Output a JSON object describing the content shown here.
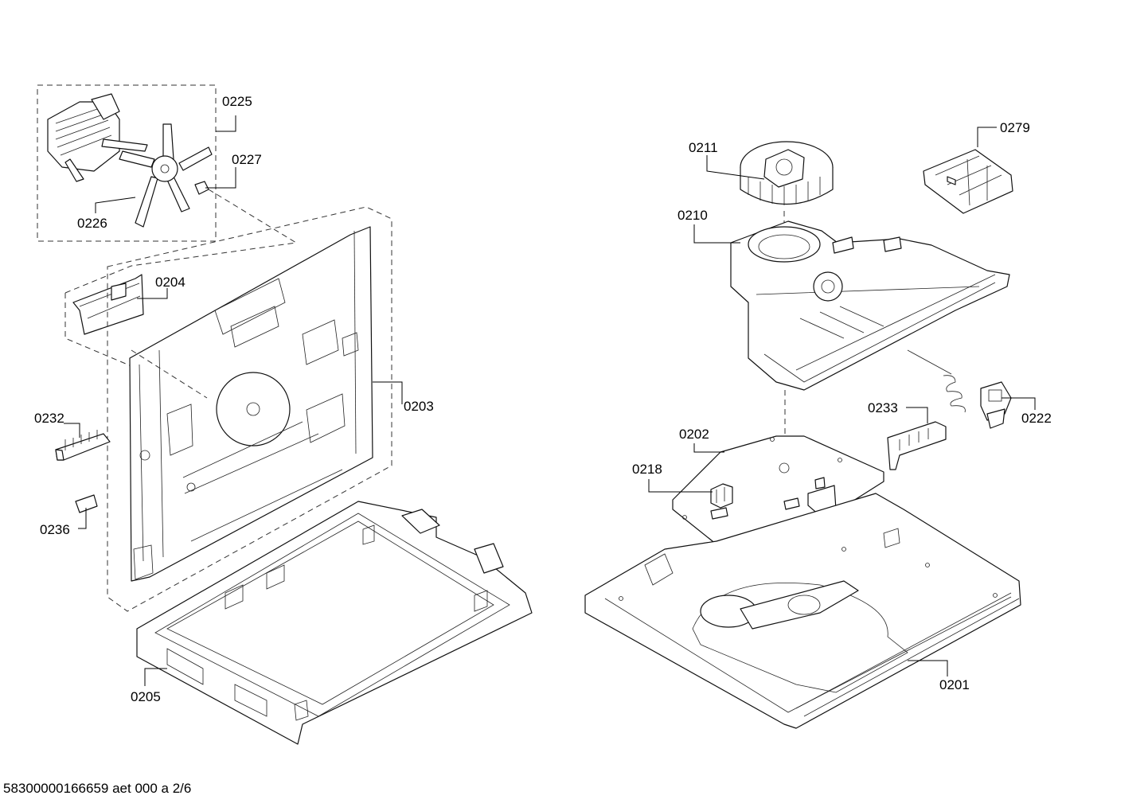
{
  "diagram": {
    "labels": {
      "p0225": "0225",
      "p0227": "0227",
      "p0226": "0226",
      "p0204": "0204",
      "p0232": "0232",
      "p0203": "0203",
      "p0236": "0236",
      "p0205": "0205",
      "p0211": "0211",
      "p0279": "0279",
      "p0210": "0210",
      "p0233": "0233",
      "p0222": "0222",
      "p0202": "0202",
      "p0218": "0218",
      "p0201": "0201"
    },
    "document_reference": "58300000166659 aet 000 a 2/6"
  }
}
